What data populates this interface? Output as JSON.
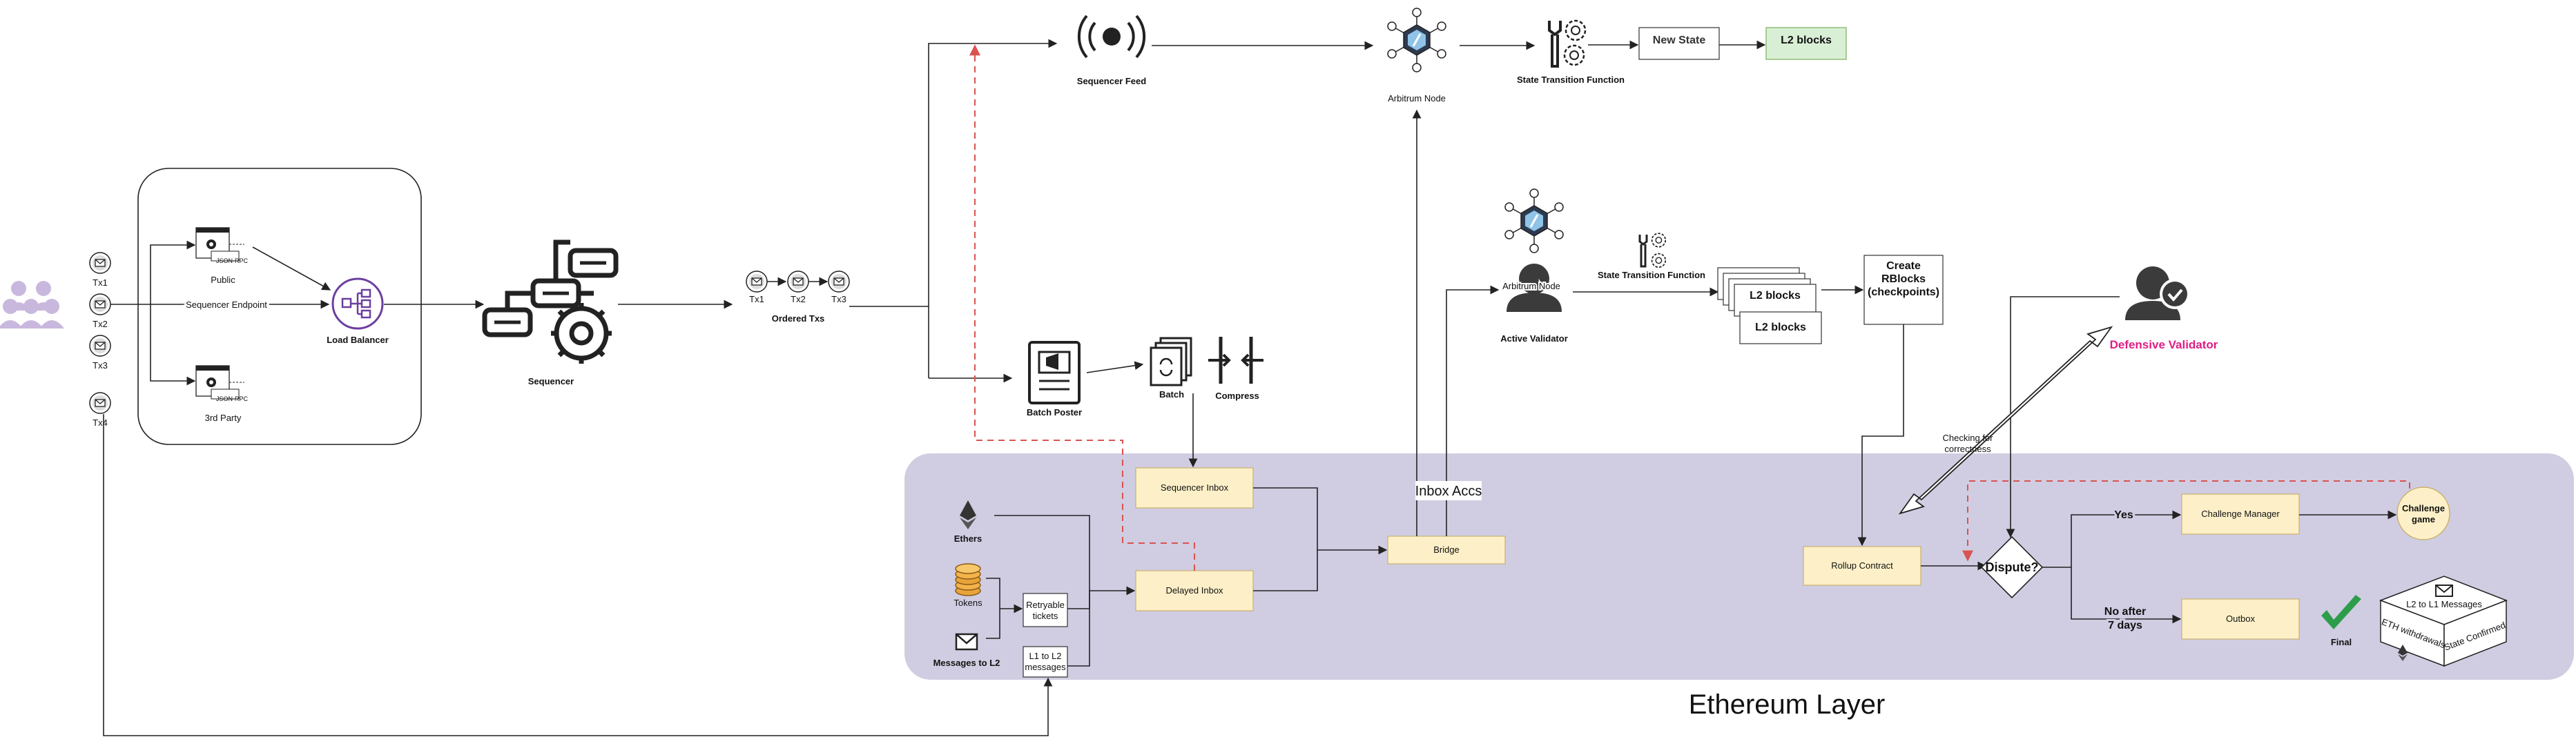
{
  "users": {
    "icon": "users-group-icon"
  },
  "txs": {
    "tx1": "Tx1",
    "tx2": "Tx2",
    "tx3": "Tx3",
    "tx4": "Tx4"
  },
  "endpoint_label": "Sequencer Endpoint",
  "public": {
    "badge": "JSON-RPC",
    "label": "Public"
  },
  "third_party": {
    "badge": "JSON-RPC",
    "label": "3rd Party"
  },
  "load_balancer": "Load Balancer",
  "sequencer": "Sequencer",
  "ordered": {
    "tx1": "Tx1",
    "tx2": "Tx2",
    "tx3": "Tx3",
    "label": "Ordered Txs"
  },
  "feed": "Sequencer Feed",
  "arbitrum_node": "Arbitrum Node",
  "stf_top": "State Transition Function",
  "new_state": "New State",
  "l2_blocks_top": "L2 blocks",
  "batch_poster": "Batch Poster",
  "batch": "Batch",
  "compress": "Compress",
  "active_validator": {
    "node": "Arbitrum Node",
    "label": "Active Validator"
  },
  "stf_mid": "State Transition Function",
  "l2_blocks_a": "L2 blocks",
  "l2_blocks_b": "L2 blocks",
  "rblocks": [
    "Create",
    "RBlocks",
    "(checkpoints)"
  ],
  "defensive_validator": "Defensive Validator",
  "checking": [
    "Checking for",
    "correctness"
  ],
  "ethereum_layer": "Ethereum Layer",
  "ethers": "Ethers",
  "tokens": "Tokens",
  "messages_to_l2": "Messages to L2",
  "retryable": [
    "Retryable",
    "tickets"
  ],
  "l1_to_l2": [
    "L1 to L2",
    "messages"
  ],
  "sequencer_inbox": "Sequencer Inbox",
  "delayed_inbox": "Delayed Inbox",
  "inbox_accs": "Inbox Accs",
  "bridge": "Bridge",
  "rollup_contract": "Rollup Contract",
  "dispute": "Dispute?",
  "yes": "Yes",
  "no_after": [
    "No after",
    "7 days"
  ],
  "challenge_manager": "Challenge Manager",
  "challenge_game": [
    "Challenge",
    "game"
  ],
  "outbox": "Outbox",
  "final": "Final",
  "cube": {
    "top": "L2 to L1 Messages",
    "left": "ETH withdrawals",
    "right": "State Confirmed"
  },
  "colors": {
    "layer_bg": "#d0cde2",
    "yellow_box": "#fdf0c8",
    "green_box": "#d9efd5",
    "defensive": "#e01c84",
    "dashed": "#d9534f",
    "purple": "#6b3fa0"
  }
}
